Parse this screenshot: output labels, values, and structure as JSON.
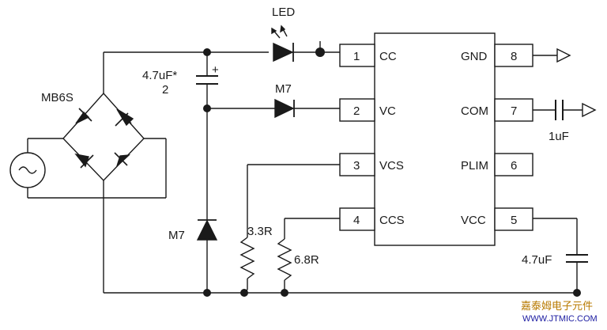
{
  "components": {
    "bridge": "MB6S",
    "led": "LED",
    "diode_top": "M7",
    "diode_bottom": "M7",
    "cap_main_value": "4.7uF*",
    "cap_main_number": "2",
    "cap_main_polarity": "+",
    "res_cs": "3.3R",
    "res_ccs": "6.8R",
    "cap_com": "1uF",
    "cap_vcc": "4.7uF"
  },
  "ic": {
    "pins_left": [
      {
        "num": "1",
        "name": "CC"
      },
      {
        "num": "2",
        "name": "VC"
      },
      {
        "num": "3",
        "name": "VCS"
      },
      {
        "num": "4",
        "name": "CCS"
      }
    ],
    "pins_right": [
      {
        "num": "8",
        "name": "GND"
      },
      {
        "num": "7",
        "name": "COM"
      },
      {
        "num": "6",
        "name": "PLIM"
      },
      {
        "num": "5",
        "name": "VCC"
      }
    ]
  },
  "watermark": {
    "line1": "嘉泰姆电子元件",
    "line2": "WWW.JTMIC.COM"
  },
  "colors": {
    "line": "#1a1a1a",
    "watermark_cn": "#b87a00",
    "watermark_url": "#1a1aa0"
  }
}
